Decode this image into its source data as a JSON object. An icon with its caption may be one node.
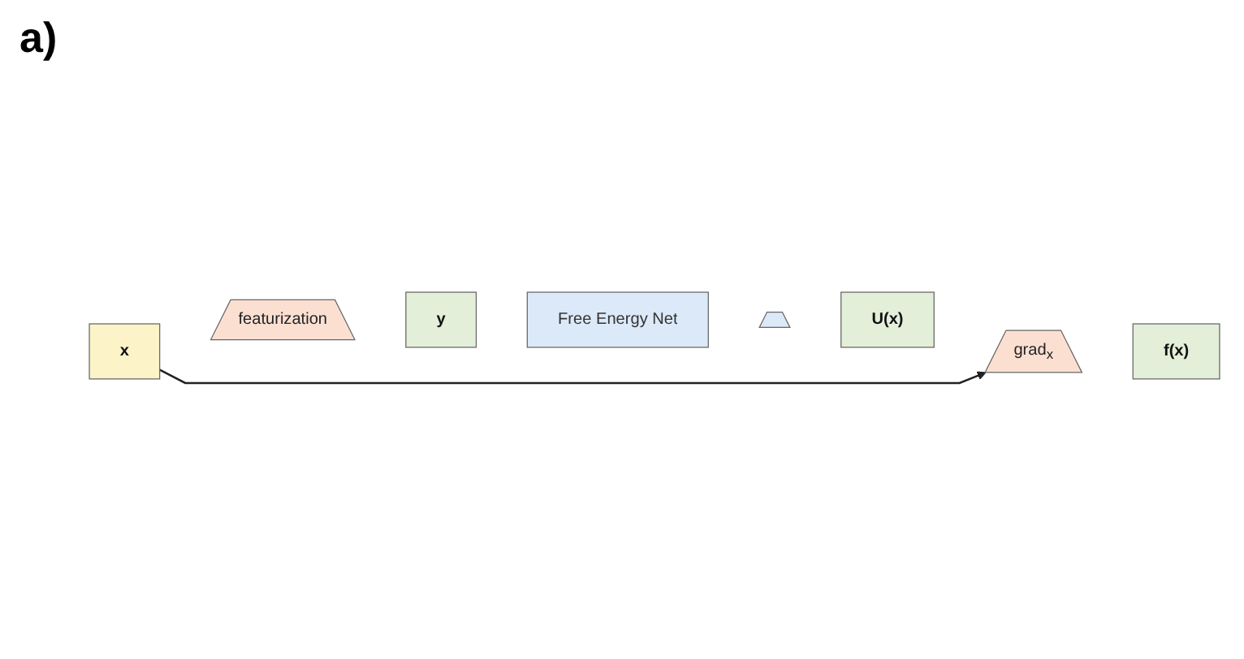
{
  "diagram": {
    "nodes": [
      {
        "text": [
          "x"
        ]
      },
      {
        "text": [
          "featurization"
        ]
      },
      {
        "text": [
          "y"
        ]
      },
      {
        "text": [
          "Free Energy Net"
        ]
      },
      {
        "text": [],
        "shape": "trapezoid"
      },
      {
        "text": [
          "U(x)"
        ]
      },
      {
        "text": [
          "grad$_{x}$"
        ]
      },
      {
        "text": [
          "f(x)"
        ]
      }
    ],
    "edges": [
      {
        "from": 0,
        "to": 6,
        "arrow": "to"
      }
    ],
    "labels": [
      "a)"
    ]
  }
}
